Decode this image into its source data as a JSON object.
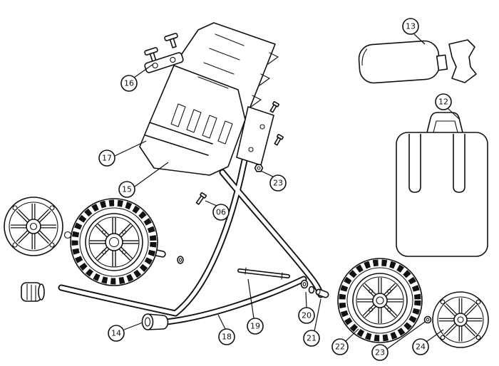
{
  "diagram": {
    "background_color": "#ffffff",
    "line_color": "#111111",
    "callouts": [
      {
        "label": "16"
      },
      {
        "label": "13"
      },
      {
        "label": "12"
      },
      {
        "label": "17"
      },
      {
        "label": "15"
      },
      {
        "label": "23"
      },
      {
        "label": "06"
      },
      {
        "label": "14"
      },
      {
        "label": "18"
      },
      {
        "label": "19"
      },
      {
        "label": "20"
      },
      {
        "label": "21"
      },
      {
        "label": "22"
      },
      {
        "label": "23"
      },
      {
        "label": "24"
      }
    ]
  }
}
